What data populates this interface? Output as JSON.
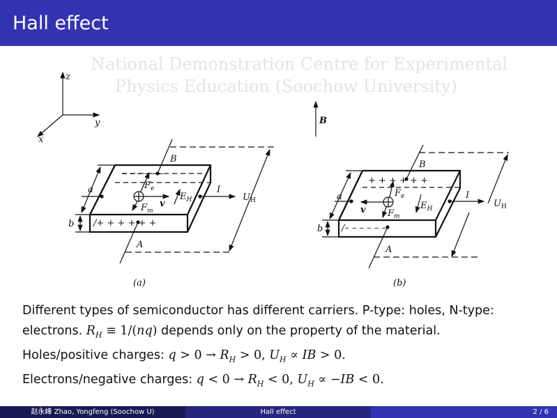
{
  "header": {
    "title": "Hall effect"
  },
  "figure": {
    "watermark": [
      "National Demonstration Centre for Experimental",
      "Physics Education (Soochow University)"
    ],
    "axes": {
      "z": "z",
      "y": "y",
      "x": "x"
    },
    "field_label": "B",
    "panel_a": {
      "caption": "(a)",
      "top": "B",
      "bottom": "A",
      "a": "a",
      "b": "b",
      "I": "I",
      "UH": "U",
      "UH_sub": "H",
      "Fe": "F",
      "Fe_sub": "e",
      "Fm": "F",
      "Fm_sub": "m",
      "v": "v",
      "EH": "E",
      "EH_sub": "H",
      "top_charges": "– – – – – –",
      "bottom_charges": "/+ + + + + +"
    },
    "panel_b": {
      "caption": "(b)",
      "top": "B",
      "bottom": "A",
      "a": "a",
      "b": "b",
      "I": "I",
      "UH": "U",
      "UH_sub": "H",
      "Fe": "F",
      "Fe_sub": "e",
      "Fm": "F",
      "Fm_sub": "m",
      "v": "v",
      "EH": "E",
      "EH_sub": "H",
      "top_charges": "+ + + + + +",
      "bottom_charges": "/– – – – – –"
    }
  },
  "body": {
    "lines": [
      [
        {
          "t": "Different types of semiconductor has different carriers. P-type: holes, N-type:"
        }
      ],
      [
        {
          "t": "electrons. "
        },
        {
          "t": "R",
          "sub": "H",
          "m": true
        },
        {
          "t": " ≡ 1/(",
          "mu": true
        },
        {
          "t": "nq",
          "m": true
        },
        {
          "t": ")",
          "mu": true
        },
        {
          "t": " depends only on the property of the material."
        }
      ],
      [
        {
          "t": "Holes/positive charges: "
        },
        {
          "t": "q",
          "m": true
        },
        {
          "t": " > 0 → ",
          "mu": true
        },
        {
          "t": "R",
          "sub": "H",
          "m": true
        },
        {
          "t": " > 0, ",
          "mu": true
        },
        {
          "t": "U",
          "sub": "H",
          "m": true
        },
        {
          "t": " ∝ ",
          "mu": true
        },
        {
          "t": "IB",
          "m": true
        },
        {
          "t": " > 0.",
          "mu": true
        }
      ],
      [
        {
          "t": "Electrons/negative charges: "
        },
        {
          "t": "q",
          "m": true
        },
        {
          "t": " < 0 → ",
          "mu": true
        },
        {
          "t": "R",
          "sub": "H",
          "m": true
        },
        {
          "t": " < 0, ",
          "mu": true
        },
        {
          "t": "U",
          "sub": "H",
          "m": true
        },
        {
          "t": " ∝ −",
          "mu": true
        },
        {
          "t": "IB",
          "m": true
        },
        {
          "t": " < 0.",
          "mu": true
        }
      ]
    ]
  },
  "footer": {
    "author": "赵永峰 Zhao, Yongfeng (Soochow U)",
    "title": "Hall effect",
    "page": "2 / 6"
  },
  "colors": {
    "header": "#3333b2",
    "footer_left": "#191955",
    "footer_mid": "#26267f"
  }
}
